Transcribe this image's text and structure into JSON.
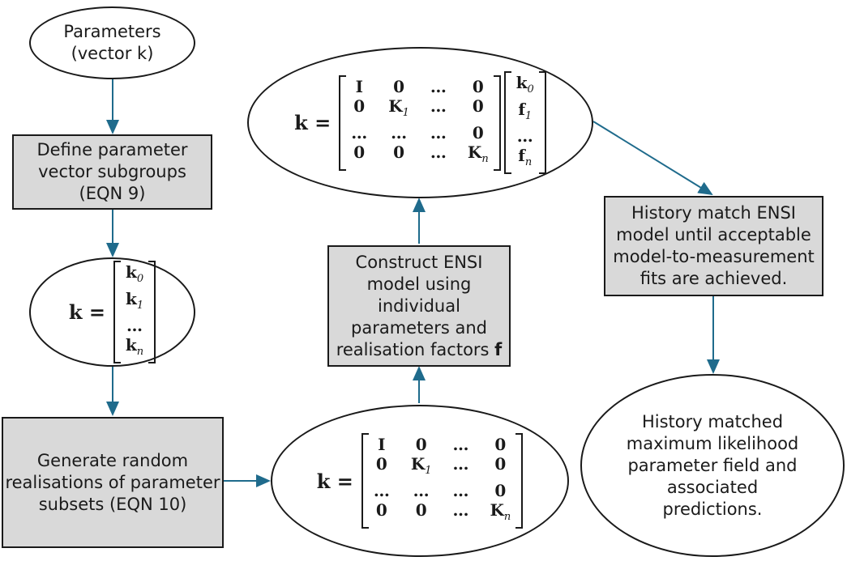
{
  "colors": {
    "arrow": "#1f6b8c",
    "box_fill": "#d9d9d9",
    "border": "#1a1a1a"
  },
  "nodes": {
    "parameters": "Parameters\n(vector k)",
    "define_subgroups": "Define parameter\nvector subgroups\n(EQN 9)",
    "generate_random": "Generate random\nrealisations of parameter\nsubsets (EQN 10)",
    "construct_ensi": "Construct ENSI\nmodel using\nindividual\nparameters and\nrealisation factors f",
    "history_match": "History match ENSI\nmodel until acceptable\nmodel-to-measurement\nfits are achieved.",
    "result": "History matched\nmaximum likelihood\nparameter field and\nassociated\npredictions."
  },
  "equations": {
    "lhs": "k =",
    "vector_k": [
      "k0",
      "k1",
      "…",
      "kn"
    ],
    "matrix_K": [
      [
        "I",
        "0",
        "…",
        "0"
      ],
      [
        "0",
        "K1",
        "…",
        "0"
      ],
      [
        "…",
        "…",
        "…",
        "0"
      ],
      [
        "0",
        "0",
        "…",
        "Kn"
      ]
    ],
    "vector_f": [
      "k0",
      "f1",
      "…",
      "fn"
    ]
  }
}
